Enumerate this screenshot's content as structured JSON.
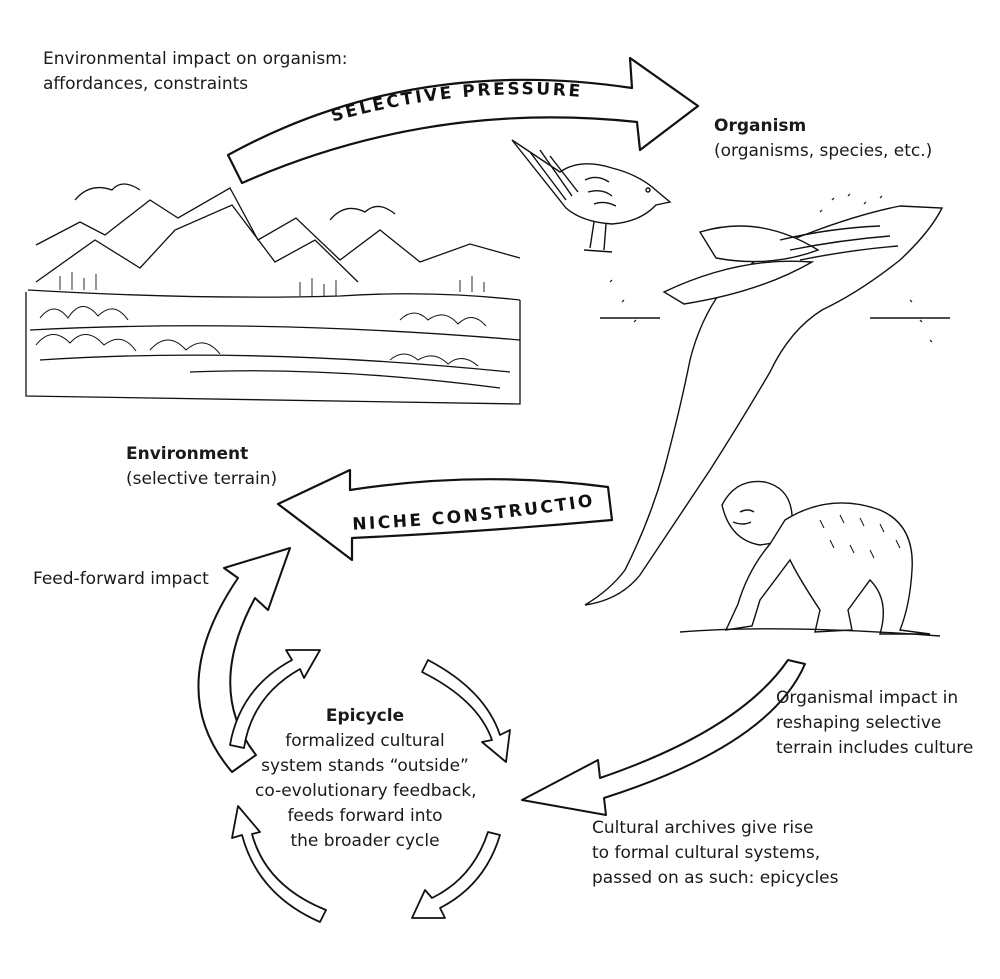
{
  "labels": {
    "env_impact": [
      "Environmental impact on organism:",
      "affordances, constraints"
    ],
    "organism_title": "Organism",
    "organism_sub": "(organisms, species, etc.)",
    "environment_title": "Environment",
    "environment_sub": "(selective terrain)",
    "feed_forward": "Feed-forward impact",
    "epicycle_title": "Epicycle",
    "epicycle_body": [
      "formalized cultural",
      "system stands “outside”",
      "co-evolutionary feedback,",
      "feeds forward into",
      "the broader cycle"
    ],
    "organismal_impact": [
      "Organismal impact in",
      "reshaping selective",
      "terrain includes culture"
    ],
    "cultural_archives": [
      "Cultural archives give rise",
      "to formal cultural systems,",
      "passed on as such: epicycles"
    ]
  },
  "arrows": {
    "selective_pressure": "SELECTIVE PRESSURE",
    "niche_construction": "NICHE CONSTRUCTION"
  },
  "illustrations": [
    "mountain-landscape",
    "songbird",
    "humpback-whale",
    "chimpanzee"
  ]
}
